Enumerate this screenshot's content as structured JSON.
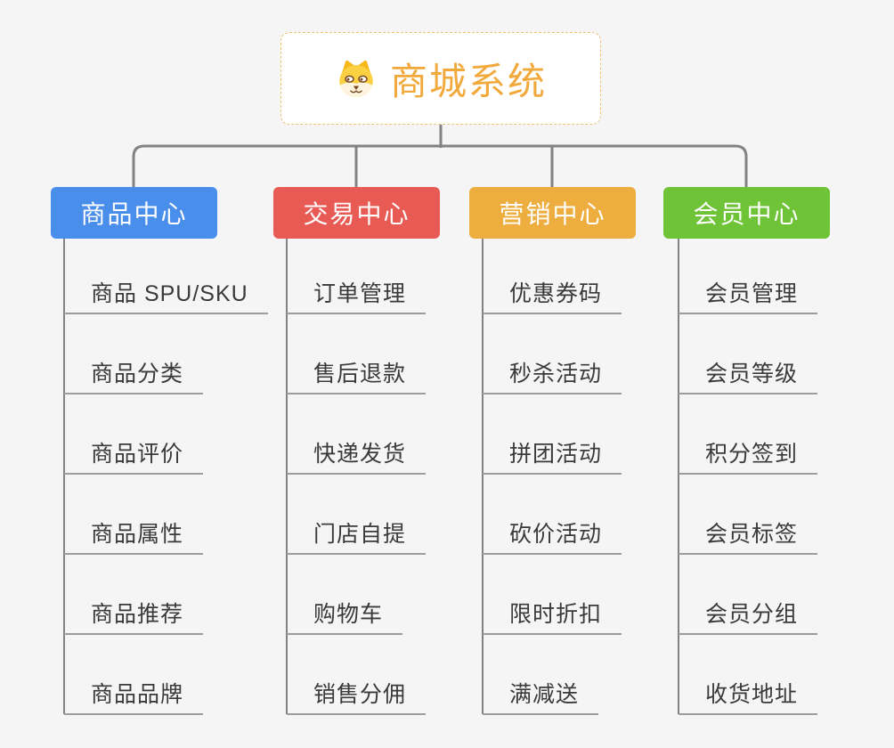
{
  "canvas": {
    "background": "#f5f5f6"
  },
  "connectors": {
    "color": "#828282",
    "underline_color": "#9d9d9d"
  },
  "root": {
    "label": "商城系统",
    "text_color": "#F2A93B",
    "border_color": "#f0c173",
    "background": "#ffffff",
    "icon": "dog-face-icon"
  },
  "branches": [
    {
      "label": "商品中心",
      "color": "#4A8EEC",
      "children": [
        "商品 SPU/SKU",
        "商品分类",
        "商品评价",
        "商品属性",
        "商品推荐",
        "商品品牌"
      ]
    },
    {
      "label": "交易中心",
      "color": "#E85B55",
      "children": [
        "订单管理",
        "售后退款",
        "快递发货",
        "门店自提",
        "购物车",
        "销售分佣"
      ]
    },
    {
      "label": "营销中心",
      "color": "#EDAE3F",
      "children": [
        "优惠券码",
        "秒杀活动",
        "拼团活动",
        "砍价活动",
        "限时折扣",
        "满减送"
      ]
    },
    {
      "label": "会员中心",
      "color": "#6EC436",
      "children": [
        "会员管理",
        "会员等级",
        "积分签到",
        "会员标签",
        "会员分组",
        "收货地址"
      ]
    }
  ]
}
